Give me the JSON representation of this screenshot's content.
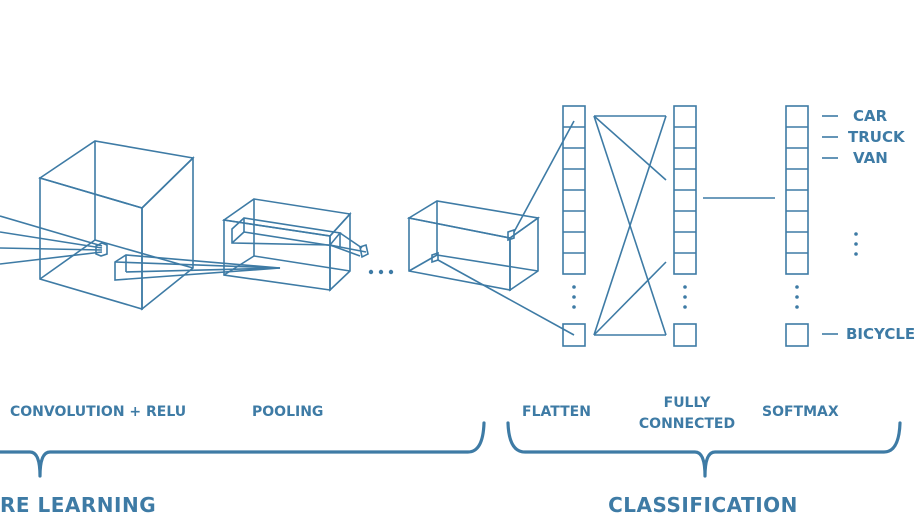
{
  "diagram": {
    "stage_labels": {
      "convolution_relu": "CONVOLUTION + RELU",
      "pooling": "POOLING",
      "flatten": "FLATTEN",
      "fully_connected_line1": "FULLY",
      "fully_connected_line2": "CONNECTED",
      "softmax": "SOFTMAX"
    },
    "group_labels": {
      "feature_learning": "RE LEARNING",
      "classification": "CLASSIFICATION"
    },
    "output_classes": [
      "CAR",
      "TRUCK",
      "VAN",
      "BICYCLE"
    ],
    "ellipsis": "...",
    "colors": {
      "stroke": "#3e7ba5",
      "background": "#ffffff"
    }
  }
}
